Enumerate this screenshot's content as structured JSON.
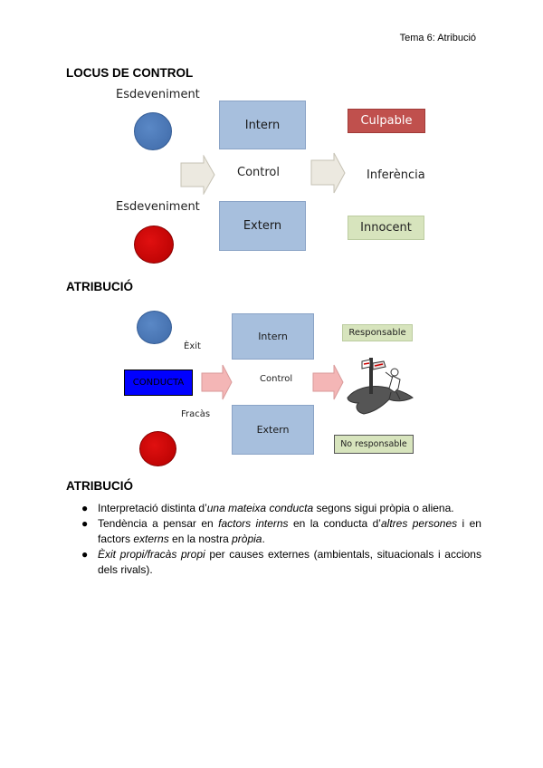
{
  "header": {
    "text": "Tema 6:  Atribució"
  },
  "section1": {
    "title": "LOCUS DE CONTROL",
    "esdeveniment_top": "Esdeveniment",
    "esdeveniment_bottom": "Esdeveniment",
    "intern": "Intern",
    "control": "Control",
    "extern": "Extern",
    "inferencia": "Inferència",
    "culpable": "Culpable",
    "innocent": "Innocent"
  },
  "section2": {
    "title": "ATRIBUCIÓ",
    "exit": "Èxit",
    "fracas": "Fracàs",
    "conducta": "CONDUCTA",
    "intern": "Intern",
    "control": "Control",
    "extern": "Extern",
    "responsable": "Responsable",
    "no_responsable": "No responsable"
  },
  "section3": {
    "title": "ATRIBUCIÓ",
    "bullet_symbol": "●",
    "b1": {
      "p1": "Interpretació distinta d’",
      "i1": "una mateixa conducta",
      "p2": " segons sigui pròpia o aliena."
    },
    "b2": {
      "p1": "Tendència a pensar en ",
      "i1": "factors interns",
      "p2": " en la conducta d’",
      "i2": "altres persones",
      "p3": " i en factors ",
      "i3": "externs",
      "p4": " en la nostra ",
      "i4": "pròpia",
      "p5": "."
    },
    "b3": {
      "i1": "Èxit propi/fracàs propi",
      "p1": " per causes externes (ambientals, situacionals i accions dels rivals)."
    }
  },
  "colors": {
    "box_blue": "#a7bfdd",
    "circle_blue": "#4a78b8",
    "circle_red": "#cc0000",
    "culpable": "#c0504d",
    "innocent": "#d7e4bd",
    "conducta": "#0000ff",
    "arrow_gray": "#ece9e0",
    "arrow_pink": "#f4b6b6"
  }
}
